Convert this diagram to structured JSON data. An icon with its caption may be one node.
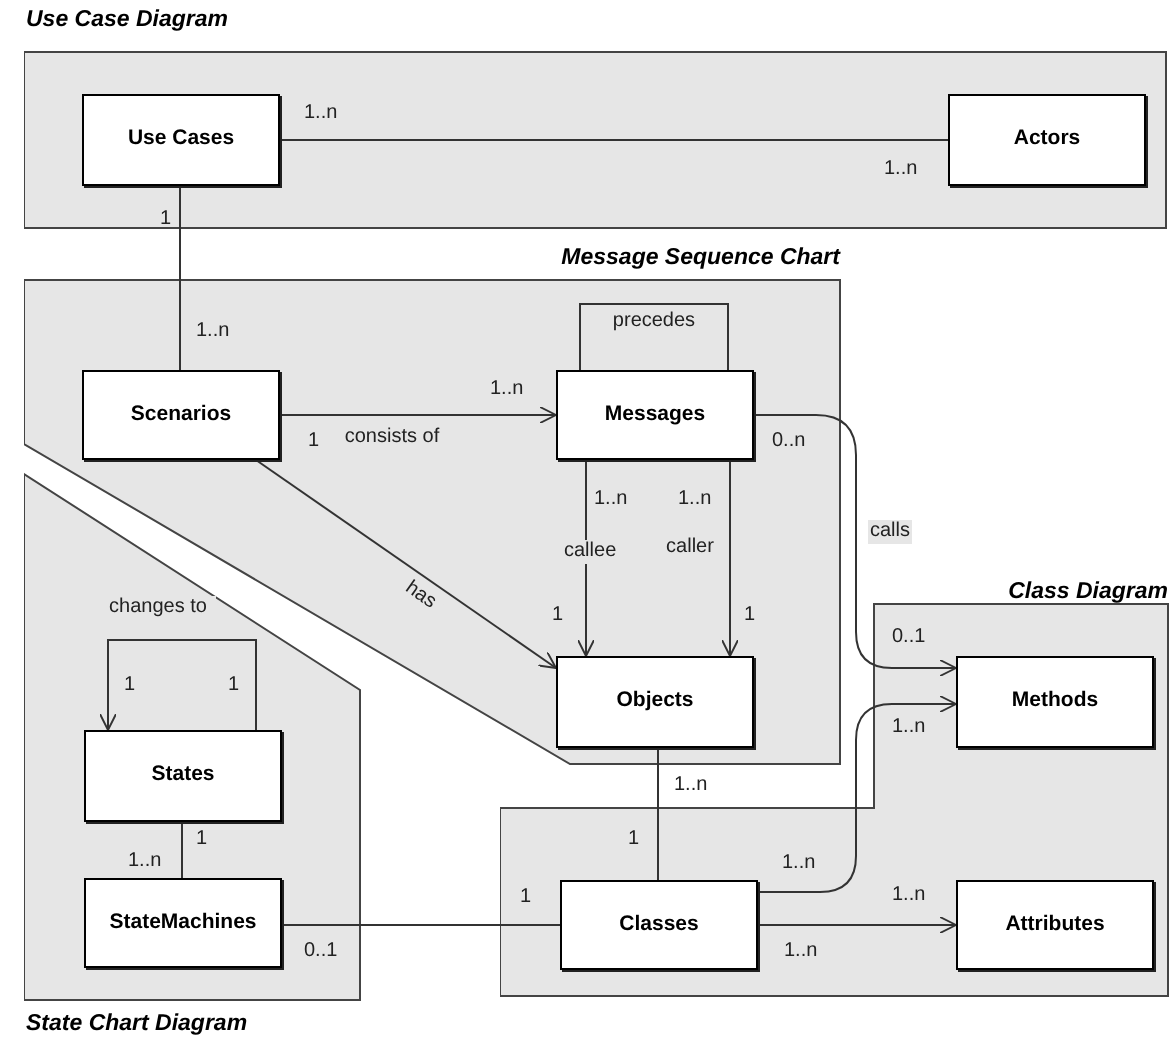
{
  "diagram": {
    "nodes": [
      {
        "text": [
          "Use Case Diagram"
        ]
      },
      {
        "text": [
          "Use Cases"
        ],
        "in": 0
      },
      {
        "text": [
          "Actors"
        ],
        "in": 0
      },
      {
        "text": [
          "Message Sequence Chart"
        ]
      },
      {
        "text": [
          "Scenarios"
        ],
        "in": 3
      },
      {
        "text": [
          "Messages"
        ],
        "in": 3
      },
      {
        "text": [
          "Objects"
        ],
        "in": 3
      },
      {
        "text": [
          "State Chart Diagram"
        ]
      },
      {
        "text": [
          "States"
        ],
        "in": 7
      },
      {
        "text": [
          "StateMachines"
        ],
        "in": 7
      },
      {
        "text": [
          "Class Diagram"
        ]
      },
      {
        "text": [
          "Methods"
        ],
        "in": 10
      },
      {
        "text": [
          "Classes"
        ],
        "in": 10
      },
      {
        "text": [
          "Attributes"
        ],
        "in": 10
      }
    ],
    "edges": [
      {
        "from": 1,
        "to": 2,
        "arrow": "none"
      },
      {
        "from": 1,
        "to": 4,
        "arrow": "none"
      },
      {
        "from": 4,
        "to": 5,
        "arrow": "to",
        "label": "consists of"
      },
      {
        "from": 5,
        "to": 5,
        "arrow": "none",
        "label": "precedes"
      },
      {
        "from": 5,
        "to": 6,
        "arrow": "to",
        "label": "callee"
      },
      {
        "from": 5,
        "to": 6,
        "arrow": "to",
        "label": "caller"
      },
      {
        "from": 4,
        "to": 6,
        "arrow": "to",
        "label": "has"
      },
      {
        "from": 5,
        "to": 11,
        "arrow": "to",
        "label": "calls"
      },
      {
        "from": 6,
        "to": 12,
        "arrow": "none"
      },
      {
        "from": 8,
        "to": 8,
        "arrow": "to",
        "label": "changes to"
      },
      {
        "from": 8,
        "to": 9,
        "arrow": "none"
      },
      {
        "from": 9,
        "to": 12,
        "arrow": "none"
      },
      {
        "from": 12,
        "to": 11,
        "arrow": "to"
      },
      {
        "from": 12,
        "to": 13,
        "arrow": "to"
      }
    ],
    "labels": [
      "1..n",
      "1..n",
      "1",
      "1..n",
      "1..n",
      "1",
      "0..n",
      "1..n",
      "1..n",
      "1",
      "1",
      "0..1",
      "1",
      "1",
      "1..n",
      "1..n",
      "1",
      "1",
      "1..n",
      "1..n",
      "1",
      "1..n",
      "0..1",
      "1..n"
    ]
  }
}
